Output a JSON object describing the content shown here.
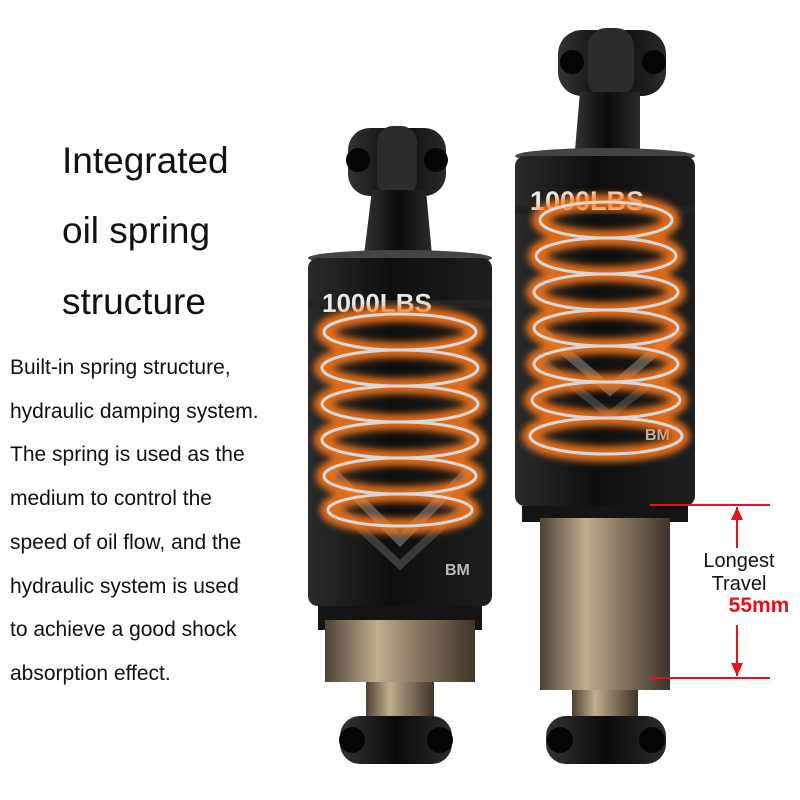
{
  "headline": [
    "Integrated",
    "oil spring",
    "structure"
  ],
  "description": [
    "Built-in spring structure,",
    "hydraulic damping system.",
    "The spring is used as the",
    "medium to control the",
    "speed of oil flow, and the",
    "hydraulic system is used",
    "to achieve a good shock",
    "absorption effect."
  ],
  "shocks": [
    {
      "brand_text": "1000LBS",
      "side_text": "BM"
    },
    {
      "brand_text": "1000LBS",
      "side_text": "BM"
    }
  ],
  "travel": {
    "label_line1": "Longest",
    "label_line2": "Travel",
    "value": "55mm"
  },
  "colors": {
    "text": "#111111",
    "accent_red": "#e8101a",
    "spring_glow": "#ff7a1a",
    "body": "#1a1a1a",
    "stanchion": "#8a7a63"
  }
}
